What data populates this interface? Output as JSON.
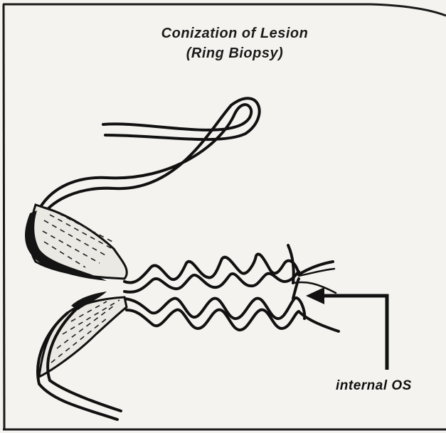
{
  "diagram": {
    "title_line1": "Conization of Lesion",
    "title_line2": "(Ring Biopsy)",
    "callout_label": "internal OS"
  }
}
